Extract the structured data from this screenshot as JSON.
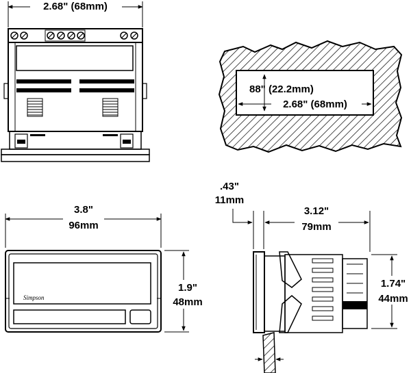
{
  "top_view": {
    "width_label": "2.68\" (68mm)"
  },
  "panel_cutout": {
    "height_label": "88\" (22.2mm)",
    "width_label": "2.68\" (68mm)"
  },
  "front_view": {
    "width_label_in": "3.8\"",
    "width_label_mm": "96mm",
    "height_label_in": "1.9\"",
    "height_label_mm": "48mm",
    "brand": "Simpson"
  },
  "side_view": {
    "bezel_label_in": ".43\"",
    "bezel_label_mm": "11mm",
    "depth_label_in": "3.12\"",
    "depth_label_mm": "79mm",
    "height_label_in": "1.74\"",
    "height_label_mm": "44mm"
  }
}
